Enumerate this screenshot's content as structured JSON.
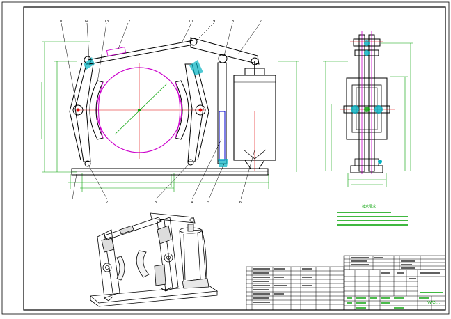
{
  "drawing": {
    "part_numbers_top": [
      "10",
      "14",
      "13",
      "12",
      "10",
      "9",
      "8",
      "7"
    ],
    "part_numbers_bottom": [
      "1",
      "2",
      "3",
      "4",
      "5",
      "6"
    ],
    "tech_title": "技术要求",
    "title_block_code": "YWZ-…",
    "colors": {
      "line": "#000000",
      "dimension": "#00a000",
      "centerline": "#e00000",
      "wheel": "#cc00cc",
      "spring": "#0000cc",
      "shoe": "#00b0c0"
    }
  }
}
